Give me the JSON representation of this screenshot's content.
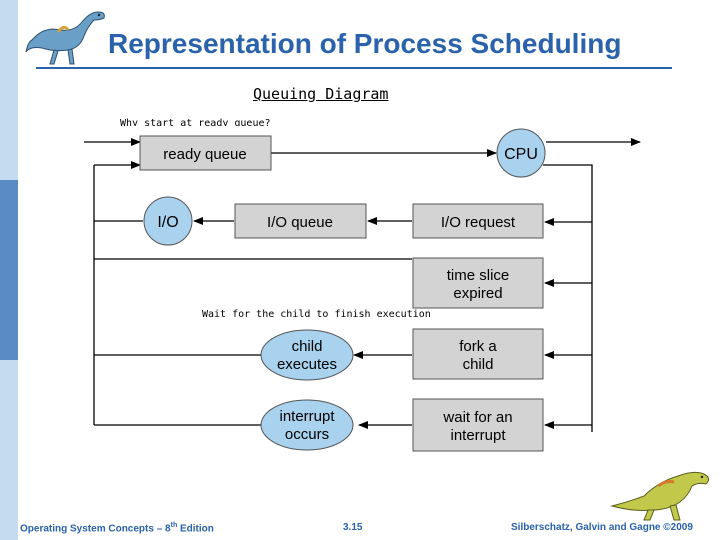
{
  "slide": {
    "title": "Representation of Process Scheduling",
    "subtitle": "Queuing Diagram"
  },
  "notes": {
    "ready_question": "Why start at ready queue?",
    "child_wait": "Wait for the child to finish execution"
  },
  "diagram": {
    "ready_queue": "ready queue",
    "cpu": "CPU",
    "io": "I/O",
    "io_queue": "I/O queue",
    "io_request": "I/O request",
    "time_slice": [
      "time slice",
      "expired"
    ],
    "child_executes": [
      "child",
      "executes"
    ],
    "fork_child": [
      "fork a",
      "child"
    ],
    "interrupt_occurs": [
      "interrupt",
      "occurs"
    ],
    "wait_interrupt": [
      "wait for an",
      "interrupt"
    ]
  },
  "footer": {
    "left_prefix": "Operating System Concepts – 8",
    "left_sup": "th",
    "left_suffix": " Edition",
    "center": "3.15",
    "right": "Silberschatz, Galvin and Gagne ©2009"
  },
  "colors": {
    "title": "#2a62ab",
    "box_fill": "#d3d3d3",
    "ellipse_fill": "#a9d2ee",
    "left_bar_light": "#c5dcf0",
    "left_bar_dark": "#4b79b2"
  }
}
